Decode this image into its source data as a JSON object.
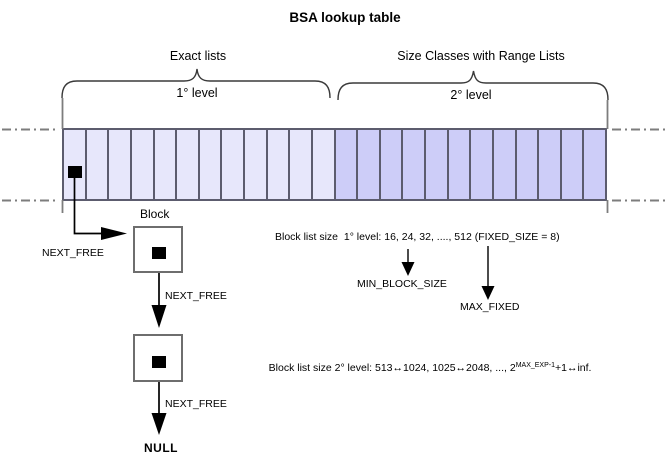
{
  "title": "BSA lookup table",
  "sections": {
    "exact": {
      "label": "Exact lists",
      "level": "1° level"
    },
    "range": {
      "label": "Size Classes with Range Lists",
      "level": "2° level"
    }
  },
  "table": {
    "exact_cells": 12,
    "range_cells": 12
  },
  "colors": {
    "exact_cell": "#e7e7fb",
    "range_cell": "#cdcdf8",
    "cell_border": "#5c5c6e",
    "gray_line": "#7d7d7d",
    "box_border": "#6e6e6e",
    "text": "#000000"
  },
  "block_diagram": {
    "block_label": "Block",
    "next_free_1": "NEXT_FREE",
    "next_free_2": "NEXT_FREE",
    "next_free_3": "NEXT_FREE",
    "null_label": "NULL"
  },
  "annotations": {
    "line1": "Block list size  1° level: 16, 24, 32, ...., 512 (FIXED_SIZE = 8)",
    "min_block_size": "MIN_BLOCK_SIZE",
    "max_fixed": "MAX_FIXED",
    "line2_prefix": "Block list size 2° level: 513↔1024, 1025↔2048, ..., 2",
    "line2_sup": "MAX_EXP-1",
    "line2_suffix": "+1↔inf."
  }
}
